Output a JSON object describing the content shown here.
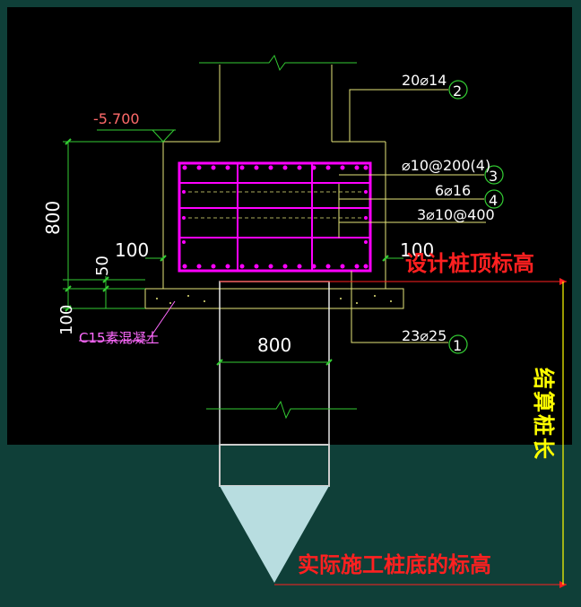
{
  "diagram": {
    "elevation_label": "-5.700",
    "dim_height_800": "800",
    "dim_50": "50",
    "dim_100_left_vertical": "100",
    "dim_100_left": "100",
    "dim_100_right": "100",
    "dim_pile_width": "800",
    "concrete_label": "C15素混凝土",
    "rebar": [
      {
        "text": "20⌀14",
        "tag": "2"
      },
      {
        "text": "⌀10@200(4)",
        "tag": "3"
      },
      {
        "text": "6⌀16",
        "tag": "4"
      },
      {
        "text": "3⌀10@400",
        "tag": ""
      },
      {
        "text": "23⌀25",
        "tag": "1"
      }
    ],
    "annotations": {
      "design_pile_top": "设计桩顶标高",
      "settlement_length": "结算桩长",
      "actual_pile_bottom": "实际施工桩底的标高"
    },
    "colors": {
      "background_outer": "#0f3f38",
      "cad_background": "#000000",
      "rebar_magenta": "#ff00ff",
      "line_yellow": "#e6e67a",
      "line_green": "#33cc33",
      "text_white": "#ffffff",
      "annotation_red": "#ff2020",
      "annotation_yellow": "#ffff00",
      "pile_tip": "#b8dde0"
    }
  }
}
